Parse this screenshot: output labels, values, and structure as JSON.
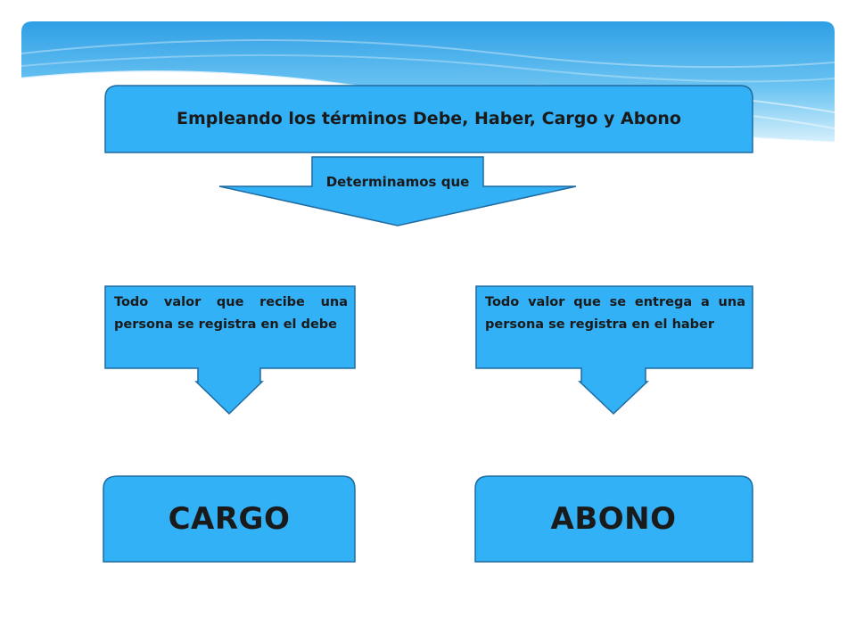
{
  "diagram": {
    "title": "Empleando los términos Debe, Haber, Cargo y Abono",
    "connector": "Determinamos que",
    "left_box": "Todo valor que recibe una persona se registra en el debe",
    "right_box": "Todo valor que se entrega a una persona se registra en el haber",
    "left_result": "CARGO",
    "right_result": "ABONO"
  },
  "colors": {
    "box_fill": "#33b1f6",
    "box_stroke": "#1f6aa0",
    "text": "#1a1a1a",
    "header_top": "#2e9fe6",
    "header_light": "#bfe6fb"
  }
}
